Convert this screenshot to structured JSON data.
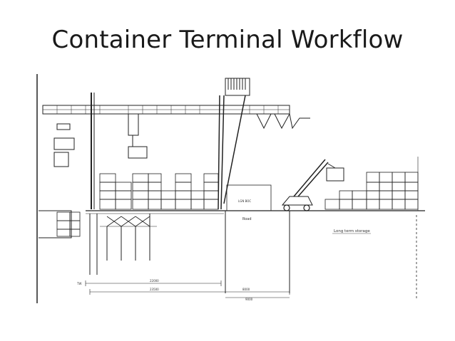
{
  "slide": {
    "title": "Container Terminal Workflow"
  },
  "drawing": {
    "labels": {
      "road": "Road",
      "long_term_storage": "Long term storage",
      "dim_upper": "22000",
      "dim_lower": "23500",
      "dim_road": "8000",
      "dim_road_sub": "9000",
      "road_box": "LGN BOC",
      "left_mark": "TW"
    },
    "colors": {
      "ink": "#222222",
      "page": "#ffffff"
    }
  }
}
